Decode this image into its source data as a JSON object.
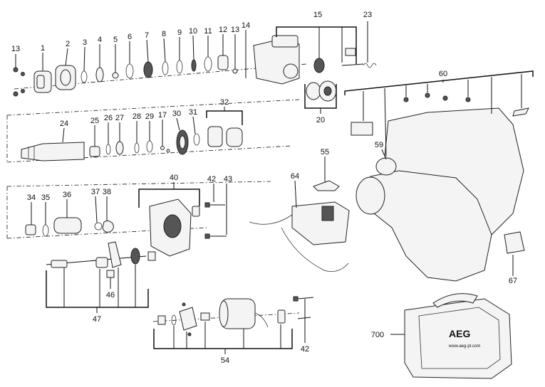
{
  "labels": {
    "p1": "1",
    "p2": "2",
    "p3": "3",
    "p4": "4",
    "p5": "5",
    "p6": "6",
    "p7": "7",
    "p8": "8",
    "p9": "9",
    "p10": "10",
    "p11": "11",
    "p12": "12",
    "p13a": "13",
    "p13b": "13",
    "p14": "14",
    "p15": "15",
    "p17": "17",
    "p20": "20",
    "p23": "23",
    "p24": "24",
    "p25": "25",
    "p26": "26",
    "p27": "27",
    "p28": "28",
    "p29": "29",
    "p30": "30",
    "p31": "31",
    "p32": "32",
    "p34": "34",
    "p35": "35",
    "p36": "36",
    "p37": "37",
    "p38": "38",
    "p40": "40",
    "p42a": "42",
    "p42b": "42",
    "p43": "43",
    "p46": "46",
    "p47": "47",
    "p54": "54",
    "p55": "55",
    "p59": "59",
    "p60": "60",
    "p64": "64",
    "p67": "67",
    "p700": "700"
  },
  "case_logo": "AEG",
  "case_url": "www.aeg-pt.com"
}
